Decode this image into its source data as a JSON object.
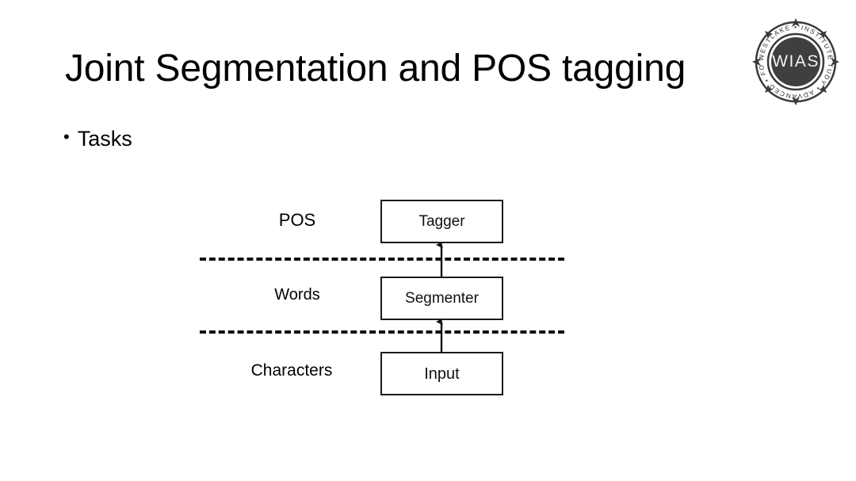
{
  "slide": {
    "title": "Joint Segmentation and POS tagging",
    "background_color": "#ffffff",
    "text_color": "#000000"
  },
  "bullets": [
    {
      "marker": "•",
      "text": "Tasks"
    }
  ],
  "diagram": {
    "type": "pipeline",
    "orientation": "bottom-to-top",
    "boxes": [
      {
        "id": "tagger",
        "label": "Tagger"
      },
      {
        "id": "segmenter",
        "label": "Segmenter"
      },
      {
        "id": "input",
        "label": "Input"
      }
    ],
    "level_labels": [
      {
        "id": "pos",
        "label": "POS"
      },
      {
        "id": "words",
        "label": "Words"
      },
      {
        "id": "characters",
        "label": "Characters"
      }
    ],
    "dividers": [
      {
        "id": "divider-upper",
        "style": "dashed"
      },
      {
        "id": "divider-lower",
        "style": "dashed"
      }
    ],
    "arrows": [
      {
        "id": "arrow-input-to-segmenter",
        "from": "input",
        "to": "segmenter"
      },
      {
        "id": "arrow-segmenter-to-tagger",
        "from": "segmenter",
        "to": "tagger"
      }
    ],
    "stroke_color": "#111111"
  },
  "logo": {
    "name": "wias-logo",
    "center_text": "WIAS",
    "ring_text_top": "WESTLAKE • INSTITUTE",
    "ring_text_bottom": "STUDY • ADVANCED • FOR",
    "ring_words": [
      "WESTLAKE",
      "INSTITUTE",
      "FOR",
      "ADVANCED",
      "STUDY"
    ],
    "color": "#3a3a3a"
  }
}
